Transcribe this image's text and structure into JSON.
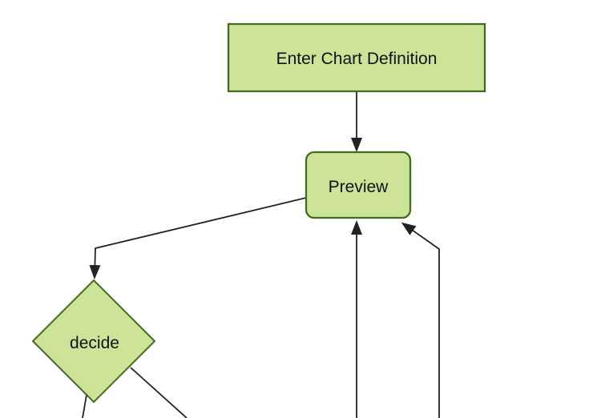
{
  "theme": {
    "background": "#ffffff",
    "node_fill": "#cde498",
    "node_stroke": "#3f6e20",
    "edge_color": "#222222",
    "label_color": "#111111"
  },
  "flowchart": {
    "nodes": [
      {
        "id": "enter-chart-definition",
        "label": "Enter Chart Definition",
        "shape": "rectangle"
      },
      {
        "id": "preview",
        "label": "Preview",
        "shape": "rounded-rectangle"
      },
      {
        "id": "decide",
        "label": "decide",
        "shape": "diamond"
      }
    ],
    "edges": [
      {
        "from": "enter-chart-definition",
        "to": "preview",
        "arrowhead": true
      },
      {
        "from": "preview",
        "to": "decide",
        "arrowhead": true
      },
      {
        "from": "offscreen-bottom",
        "to": "preview",
        "arrowhead": true
      },
      {
        "from": "offscreen-bottom-right",
        "to": "preview",
        "arrowhead": true
      },
      {
        "from": "decide",
        "to": "offscreen-bottom-left",
        "arrowhead": false
      },
      {
        "from": "decide",
        "to": "offscreen-bottom-right",
        "arrowhead": false
      }
    ]
  }
}
